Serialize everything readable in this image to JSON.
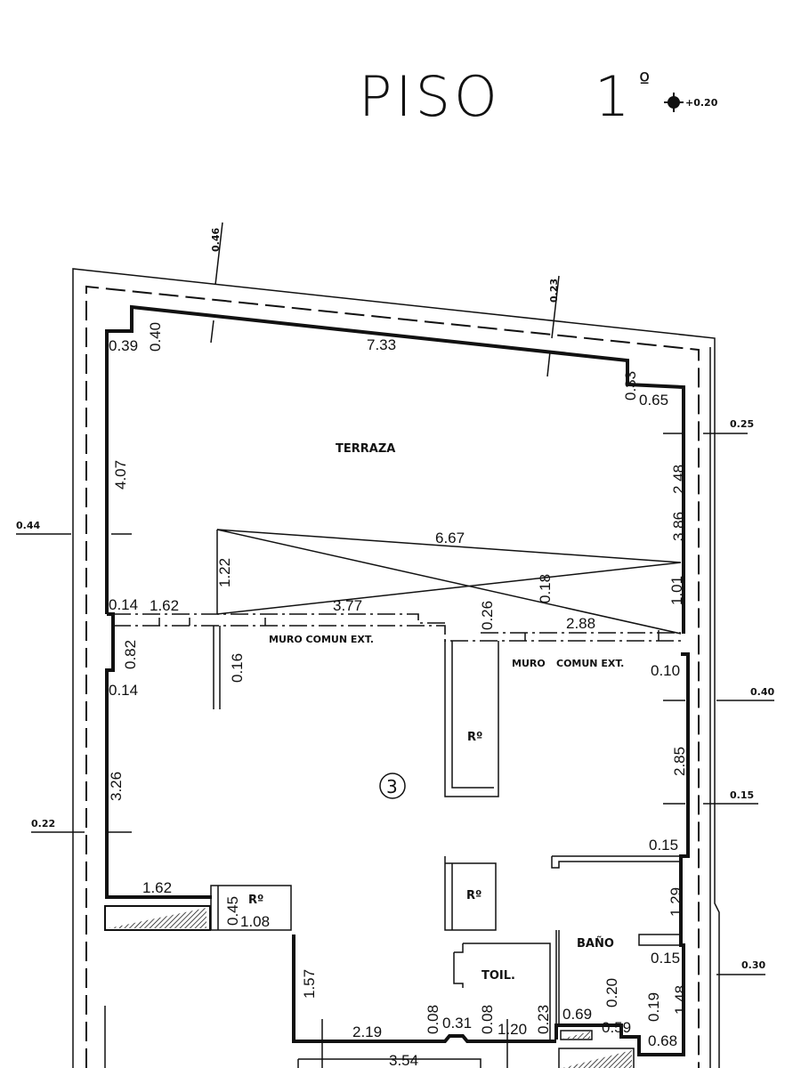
{
  "title": {
    "text": "PISO",
    "number": "1",
    "degree": "º",
    "level": "+0.20"
  },
  "rooms": {
    "terraza": "TERRAZA",
    "unit": "3",
    "bano": "BAÑO",
    "toil": "TOIL.",
    "r1": "Rº",
    "r2": "Rº",
    "r3": "Rº"
  },
  "walls": {
    "muro1": "MURO COMUN EXT.",
    "muro2": "MURO",
    "muro3": "COMUN EXT."
  },
  "outer_dims": {
    "d046": "0.46",
    "d023": "0.23",
    "d025": "0.25",
    "d044": "0.44",
    "d040": "0.40",
    "d015": "0.15",
    "d022": "0.22",
    "d030": "0.30"
  },
  "dims": {
    "d039": "0.39",
    "d040": "0.40",
    "d733": "7.33",
    "d033": "0.33",
    "d065": "0.65",
    "d407": "4.07",
    "d248": "2.48",
    "d386": "3.86",
    "d667": "6.67",
    "d122": "1.22",
    "d101": "1.01",
    "d018": "0.18",
    "d014a": "0.14",
    "d162a": "1.62",
    "d377": "3.77",
    "d026": "0.26",
    "d288": "2.88",
    "d082": "0.82",
    "d016": "0.16",
    "d014b": "0.14",
    "d010": "0.10",
    "d285": "2.85",
    "d326": "3.26",
    "d015b": "0.15",
    "d162b": "1.62",
    "d045": "0.45",
    "d108": "1.08",
    "d129": "1.29",
    "d015c": "0.15",
    "d157": "1.57",
    "d148": "1.48",
    "d219": "2.19",
    "d008a": "0.08",
    "d031": "0.31",
    "d008b": "0.08",
    "d120": "1.20",
    "d023b": "0.23",
    "d069": "0.69",
    "d020": "0.20",
    "d059": "0.59",
    "d019": "0.19",
    "d068": "0.68",
    "d354": "3.54"
  }
}
